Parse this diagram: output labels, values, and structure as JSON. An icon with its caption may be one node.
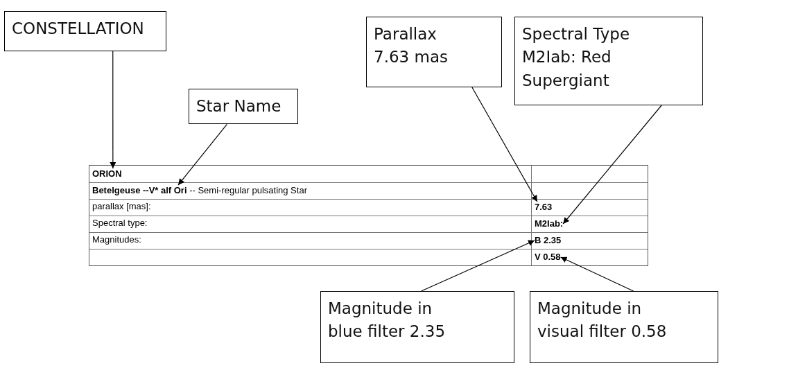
{
  "diagram": {
    "nodes": [
      {
        "text": [
          "CONSTELLATION"
        ]
      },
      {
        "text": [
          "Star Name"
        ]
      },
      {
        "text": [
          "Parallax 7.63 mas"
        ]
      },
      {
        "text": [
          "Spectral Type M2Iab: Red Supergiant"
        ]
      },
      {
        "text": [
          "Magnitude in blue filter 2.35"
        ]
      },
      {
        "text": [
          "Magnitude in visual filter 0.58"
        ]
      },
      {
        "text": [],
        "shape": "box"
      },
      {
        "text": [
          "ORION"
        ],
        "in": 6
      },
      {
        "text": [
          "Betelgeuse --V* alf Ori",
          "-- Semi-regular  pulsating Star"
        ],
        "in": 6
      },
      {
        "text": [
          "7.63"
        ],
        "in": 6
      },
      {
        "text": [
          "M2Iab:"
        ],
        "in": 6
      },
      {
        "text": [
          "B 2.35"
        ],
        "in": 6
      },
      {
        "text": [
          "V 0.58"
        ],
        "in": 6
      }
    ],
    "edges": [
      {
        "from": 0,
        "to": 7,
        "arrow": "to"
      },
      {
        "from": 1,
        "to": 8,
        "arrow": "to"
      },
      {
        "from": 2,
        "to": 9,
        "arrow": "to"
      },
      {
        "from": 3,
        "to": 10,
        "arrow": "to"
      },
      {
        "from": 4,
        "to": 11,
        "arrow": "to"
      },
      {
        "from": 5,
        "to": 12,
        "arrow": "to"
      }
    ],
    "labels": [
      "parallax [mas]:",
      "Spectral type:",
      "Magnitudes:"
    ]
  }
}
